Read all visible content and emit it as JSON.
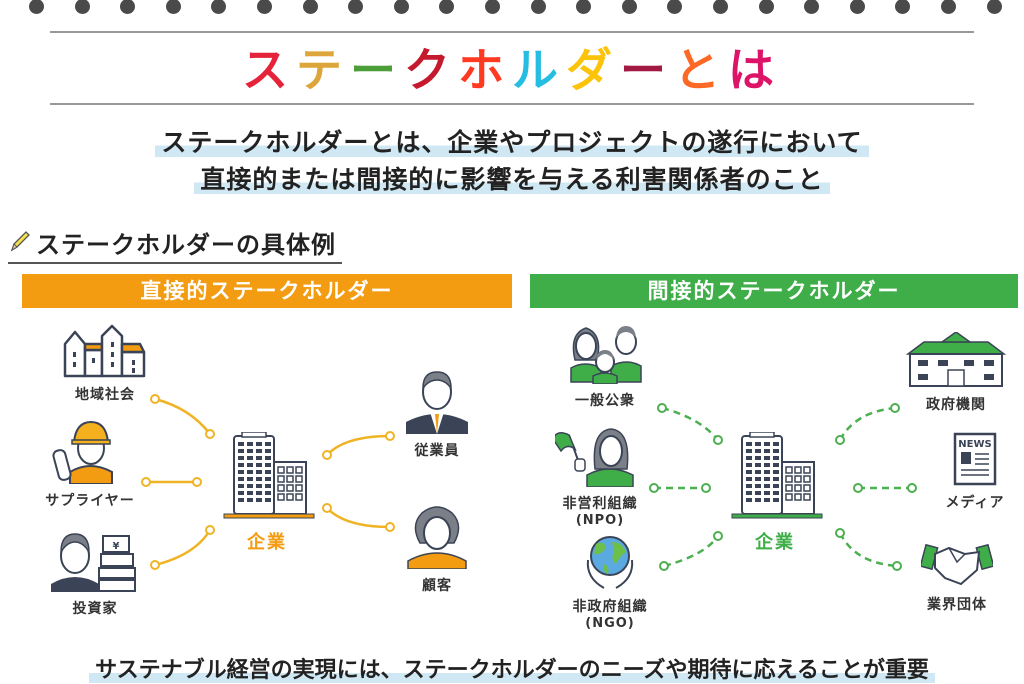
{
  "title": {
    "chars": [
      {
        "ch": "ス",
        "color": "#e5243b"
      },
      {
        "ch": "テ",
        "color": "#dda63a"
      },
      {
        "ch": "ー",
        "color": "#4c9f38"
      },
      {
        "ch": "ク",
        "color": "#c5192d"
      },
      {
        "ch": "ホ",
        "color": "#ff3a21"
      },
      {
        "ch": "ル",
        "color": "#26bde2"
      },
      {
        "ch": "ダ",
        "color": "#fcc30b"
      },
      {
        "ch": "ー",
        "color": "#a21942"
      },
      {
        "ch": "と",
        "color": "#fd6925"
      },
      {
        "ch": "は",
        "color": "#dd1367"
      }
    ]
  },
  "definition": {
    "line1": "ステークホルダーとは、企業やプロジェクトの遂行において",
    "line2": "直接的または間接的に影響を与える利害関係者のこと"
  },
  "section": {
    "heading": "ステークホルダーの具体例",
    "icon": "pencil-icon"
  },
  "direct": {
    "band_label": "直接的ステークホルダー",
    "color": "#f39c12",
    "center_label": "企業",
    "nodes": [
      {
        "label": "地域社会",
        "icon": "houses-icon"
      },
      {
        "label": "サプライヤー",
        "icon": "worker-icon"
      },
      {
        "label": "投資家",
        "icon": "investor-icon"
      },
      {
        "label": "従業員",
        "icon": "employee-icon"
      },
      {
        "label": "顧客",
        "icon": "customer-icon"
      }
    ]
  },
  "indirect": {
    "band_label": "間接的ステークホルダー",
    "color": "#3fae49",
    "center_label": "企業",
    "nodes": [
      {
        "label": "一般公衆",
        "icon": "family-icon"
      },
      {
        "label": "非営利組織",
        "sub": "(NPO)",
        "icon": "flag-person-icon"
      },
      {
        "label": "非政府組織",
        "sub": "(NGO)",
        "icon": "globe-hands-icon"
      },
      {
        "label": "政府機関",
        "icon": "government-building-icon"
      },
      {
        "label": "メディア",
        "icon": "newspaper-icon",
        "icon_text": "NEWS"
      },
      {
        "label": "業界団体",
        "icon": "handshake-icon"
      }
    ]
  },
  "footer": {
    "text": "サステナブル経営の実現には、ステークホルダーのニーズや期待に応えることが重要"
  },
  "colors": {
    "dark": "#3b4456",
    "gray": "#8a8f99",
    "highlight": "#cfe8f3"
  }
}
